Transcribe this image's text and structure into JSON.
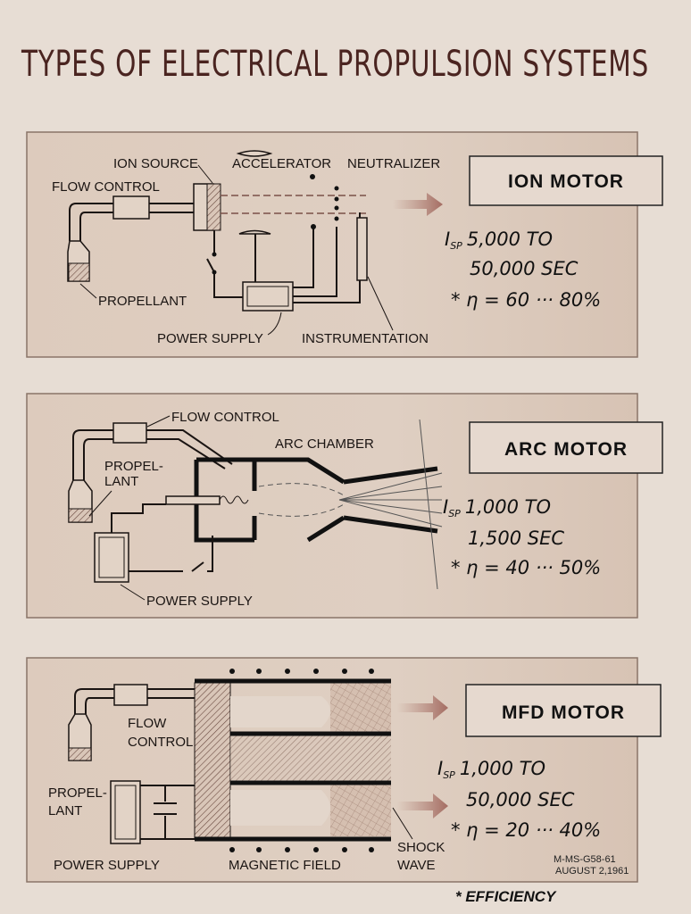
{
  "title": "TYPES OF ELECTRICAL PROPULSION SYSTEMS",
  "ion": {
    "name": "ION MOTOR",
    "labels": {
      "ion_source": "ION SOURCE",
      "accelerator": "ACCELERATOR",
      "neutralizer": "NEUTRALIZER",
      "flow_control": "FLOW CONTROL",
      "propellant": "PROPELLANT",
      "power_supply": "POWER SUPPLY",
      "instrumentation": "INSTRUMENTATION"
    },
    "isp_symbol": "I",
    "isp_sub": "SP",
    "isp_line1": "5,000 TO",
    "isp_line2": "50,000 SEC",
    "efficiency": "* η = 60 ··· 80%"
  },
  "arc": {
    "name": "ARC MOTOR",
    "labels": {
      "flow_control": "FLOW CONTROL",
      "propellant_1": "PROPEL-",
      "propellant_2": "LANT",
      "arc_chamber": "ARC CHAMBER",
      "power_supply": "POWER SUPPLY"
    },
    "isp_symbol": "I",
    "isp_sub": "SP",
    "isp_line1": "1,000 TO",
    "isp_line2": "1,500 SEC",
    "efficiency": "* η = 40 ··· 50%"
  },
  "mfd": {
    "name": "MFD MOTOR",
    "labels": {
      "flow_1": "FLOW",
      "flow_2": "CONTROL",
      "propellant_1": "PROPEL-",
      "propellant_2": "LANT",
      "power_supply": "POWER SUPPLY",
      "magnetic_field": "MAGNETIC FIELD",
      "shock_1": "SHOCK",
      "shock_2": "WAVE"
    },
    "isp_symbol": "I",
    "isp_sub": "SP",
    "isp_line1": "1,000 TO",
    "isp_line2": "50,000 SEC",
    "efficiency": "* η = 20 ··· 40%"
  },
  "doc_number": "M-MS-G58-61",
  "date": "AUGUST 2,1961",
  "footnote": "* EFFICIENCY"
}
